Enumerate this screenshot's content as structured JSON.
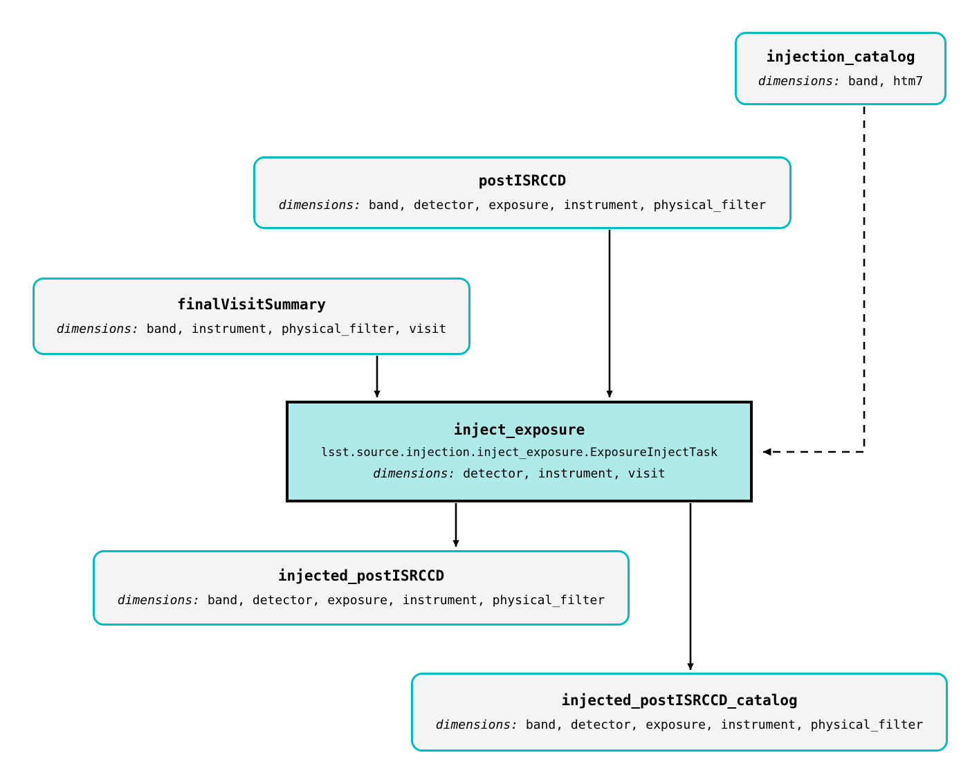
{
  "diagram": {
    "type": "pipeline-task-graph",
    "background_color": "#ffffff",
    "dataset_node_border_color": "#00bcc4",
    "dataset_node_fill_color": "#f4f4f4",
    "task_node_border_color": "#000000",
    "task_node_fill_color": "#aeeaea",
    "edge_color": "#000000",
    "dimensions_label": "dimensions:"
  },
  "nodes": {
    "injection_catalog": {
      "title": "injection_catalog",
      "dims_label": "dimensions:",
      "dims_value": "band, htm7",
      "kind": "dataset"
    },
    "postISRCCD": {
      "title": "postISRCCD",
      "dims_label": "dimensions:",
      "dims_value": "band, detector, exposure, instrument, physical_filter",
      "kind": "dataset"
    },
    "finalVisitSummary": {
      "title": "finalVisitSummary",
      "dims_label": "dimensions:",
      "dims_value": "band, instrument, physical_filter, visit",
      "kind": "dataset"
    },
    "inject_exposure": {
      "title": "inject_exposure",
      "class_path": "lsst.source.injection.inject_exposure.ExposureInjectTask",
      "dims_label": "dimensions:",
      "dims_value": "detector, instrument, visit",
      "kind": "task"
    },
    "injected_postISRCCD": {
      "title": "injected_postISRCCD",
      "dims_label": "dimensions:",
      "dims_value": "band, detector, exposure, instrument, physical_filter",
      "kind": "dataset"
    },
    "injected_postISRCCD_catalog": {
      "title": "injected_postISRCCD_catalog",
      "dims_label": "dimensions:",
      "dims_value": "band, detector, exposure, instrument, physical_filter",
      "kind": "dataset"
    }
  },
  "edges": [
    {
      "from": "postISRCCD",
      "to": "inject_exposure",
      "style": "solid"
    },
    {
      "from": "finalVisitSummary",
      "to": "inject_exposure",
      "style": "solid"
    },
    {
      "from": "injection_catalog",
      "to": "inject_exposure",
      "style": "dashed"
    },
    {
      "from": "inject_exposure",
      "to": "injected_postISRCCD",
      "style": "solid"
    },
    {
      "from": "inject_exposure",
      "to": "injected_postISRCCD_catalog",
      "style": "solid"
    }
  ]
}
